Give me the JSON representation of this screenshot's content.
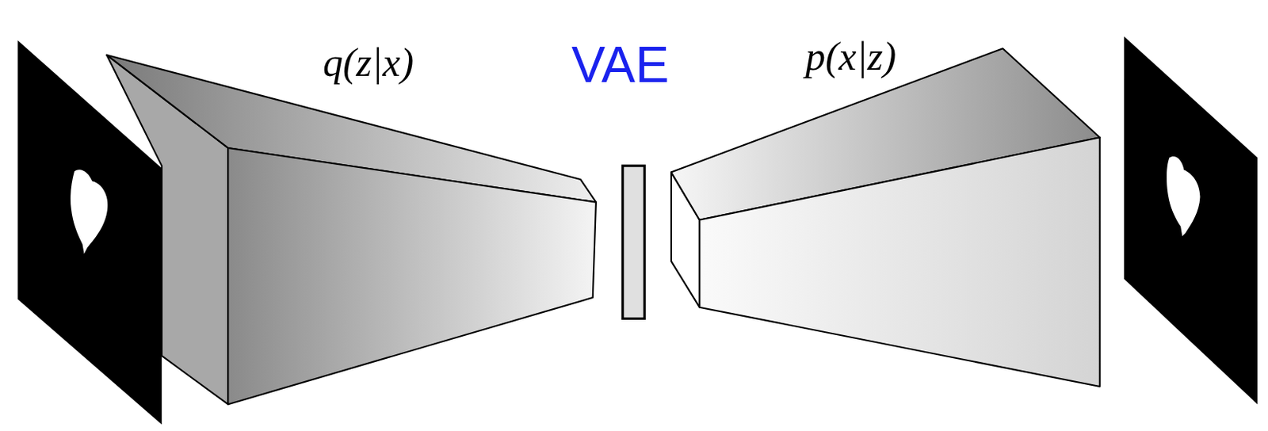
{
  "diagram": {
    "nodes": [
      {
        "text": [
          "q(z|x)"
        ]
      },
      {
        "text": [
          "p(x|z)"
        ]
      }
    ],
    "labels": [
      "VAE"
    ]
  }
}
